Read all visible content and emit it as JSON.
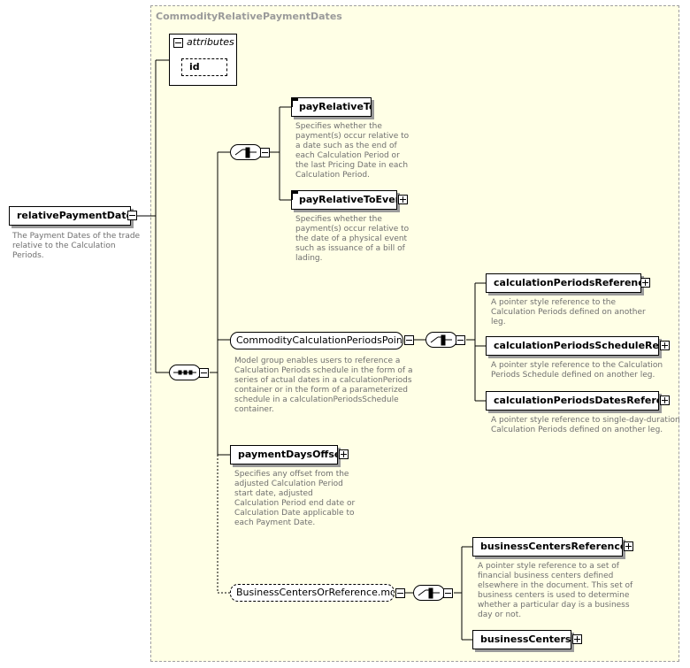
{
  "type_name": "CommodityRelativePaymentDates",
  "attributes": {
    "title": "attributes",
    "items": [
      "id"
    ]
  },
  "root": {
    "name": "relativePaymentDates",
    "description": "The Payment Dates of the trade\nrelative to the Calculation\nPeriods."
  },
  "choice_1": {
    "kind": "choice",
    "elements": [
      {
        "name": "payRelativeTo",
        "description": "Specifies whether the\npayment(s) occur relative to\na date such as the end of\neach Calculation Period or\nthe last Pricing Date in each\nCalculation Period."
      },
      {
        "name": "payRelativeToEvent",
        "description": "Specifies whether the\npayment(s) occur relative to\nthe date of a physical event\nsuch as issuance of a bill of\nlading."
      }
    ]
  },
  "sequence": {
    "kind": "sequence"
  },
  "group_1": {
    "name": "CommodityCalculationPeriodsPointer....",
    "description": "Model group enables users to reference a\nCalculation Periods schedule in the form of a\nseries of actual dates in a calculationPeriods\ncontainer or in the form of a parameterized\nschedule in a calculationPeriodsSchedule\ncontainer.",
    "elements": [
      {
        "name": "calculationPeriodsReference",
        "description": "A pointer style reference to the\nCalculation Periods defined on another\nleg."
      },
      {
        "name": "calculationPeriodsScheduleRef...",
        "description": "A pointer style reference to the Calculation\nPeriods Schedule defined on another leg."
      },
      {
        "name": "calculationPeriodsDatesRefere...",
        "description": "A pointer style reference to single-day-duration\nCalculation Periods defined on another leg."
      }
    ]
  },
  "payment_days_offset": {
    "name": "paymentDaysOffset",
    "description": "Specifies any offset from the\nadjusted Calculation Period\nstart date, adjusted\nCalculation Period end date or\nCalculation Date applicable to\neach Payment Date."
  },
  "group_2": {
    "name": "BusinessCentersOrReference.model",
    "elements": [
      {
        "name": "businessCentersReference",
        "description": "A pointer style reference to a set of\nfinancial business centers defined\nelsewhere in the document. This set of\nbusiness centers is used to determine\nwhether a particular day is a business\nday or not."
      },
      {
        "name": "businessCenters",
        "description": ""
      }
    ]
  },
  "colors": {
    "type_bg": "#ffffe6",
    "type_border": "#a0a0a0",
    "desc_text": "#6f6f6f",
    "shadow": "#9a9a9a",
    "line": "#000000"
  },
  "icons": [
    "collapse-icon",
    "expand-icon",
    "choice-icon",
    "sequence-icon",
    "documentation-icon"
  ]
}
